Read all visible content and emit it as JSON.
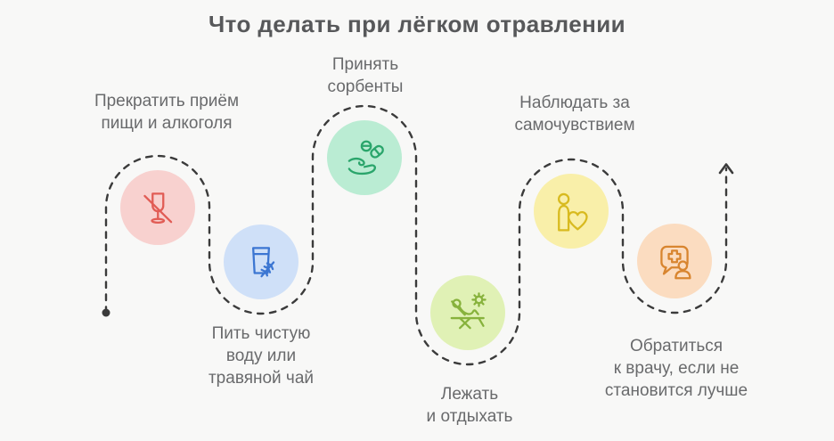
{
  "title": "Что делать при лёгком отравлении",
  "background_color": "#f8f8f7",
  "text_colors": {
    "title": "#57585a",
    "labels": "#696a6c"
  },
  "route": {
    "style": "dashed",
    "color": "#3b3b3b",
    "start_marker": "dot",
    "end_marker": "arrow-up"
  },
  "steps": [
    {
      "order": 1,
      "label": "Прекратить приём\nпищи и алкоголя",
      "icon": "no-alcohol-icon",
      "circle_color": "#f8d1cf",
      "icon_color": "#e15c55"
    },
    {
      "order": 2,
      "label": "Пить чистую\nводу или\nтравяной чай",
      "icon": "water-glass-herb-icon",
      "circle_color": "#cfe0f8",
      "icon_color": "#3c76d2"
    },
    {
      "order": 3,
      "label": "Принять\nсорбенты",
      "icon": "hand-pills-icon",
      "circle_color": "#baecd3",
      "icon_color": "#2aa56b"
    },
    {
      "order": 4,
      "label": "Лежать\nи отдыхать",
      "icon": "lounger-sun-icon",
      "circle_color": "#e0f1b5",
      "icon_color": "#87b23c"
    },
    {
      "order": 5,
      "label": "Наблюдать за\nсамочувствием",
      "icon": "person-heart-icon",
      "circle_color": "#f9efa9",
      "icon_color": "#d8ba1f"
    },
    {
      "order": 6,
      "label": "Обратиться\nк врачу, если не\nстановится лучше",
      "icon": "chat-medical-person-icon",
      "circle_color": "#fbdcc0",
      "icon_color": "#d8852f"
    }
  ]
}
